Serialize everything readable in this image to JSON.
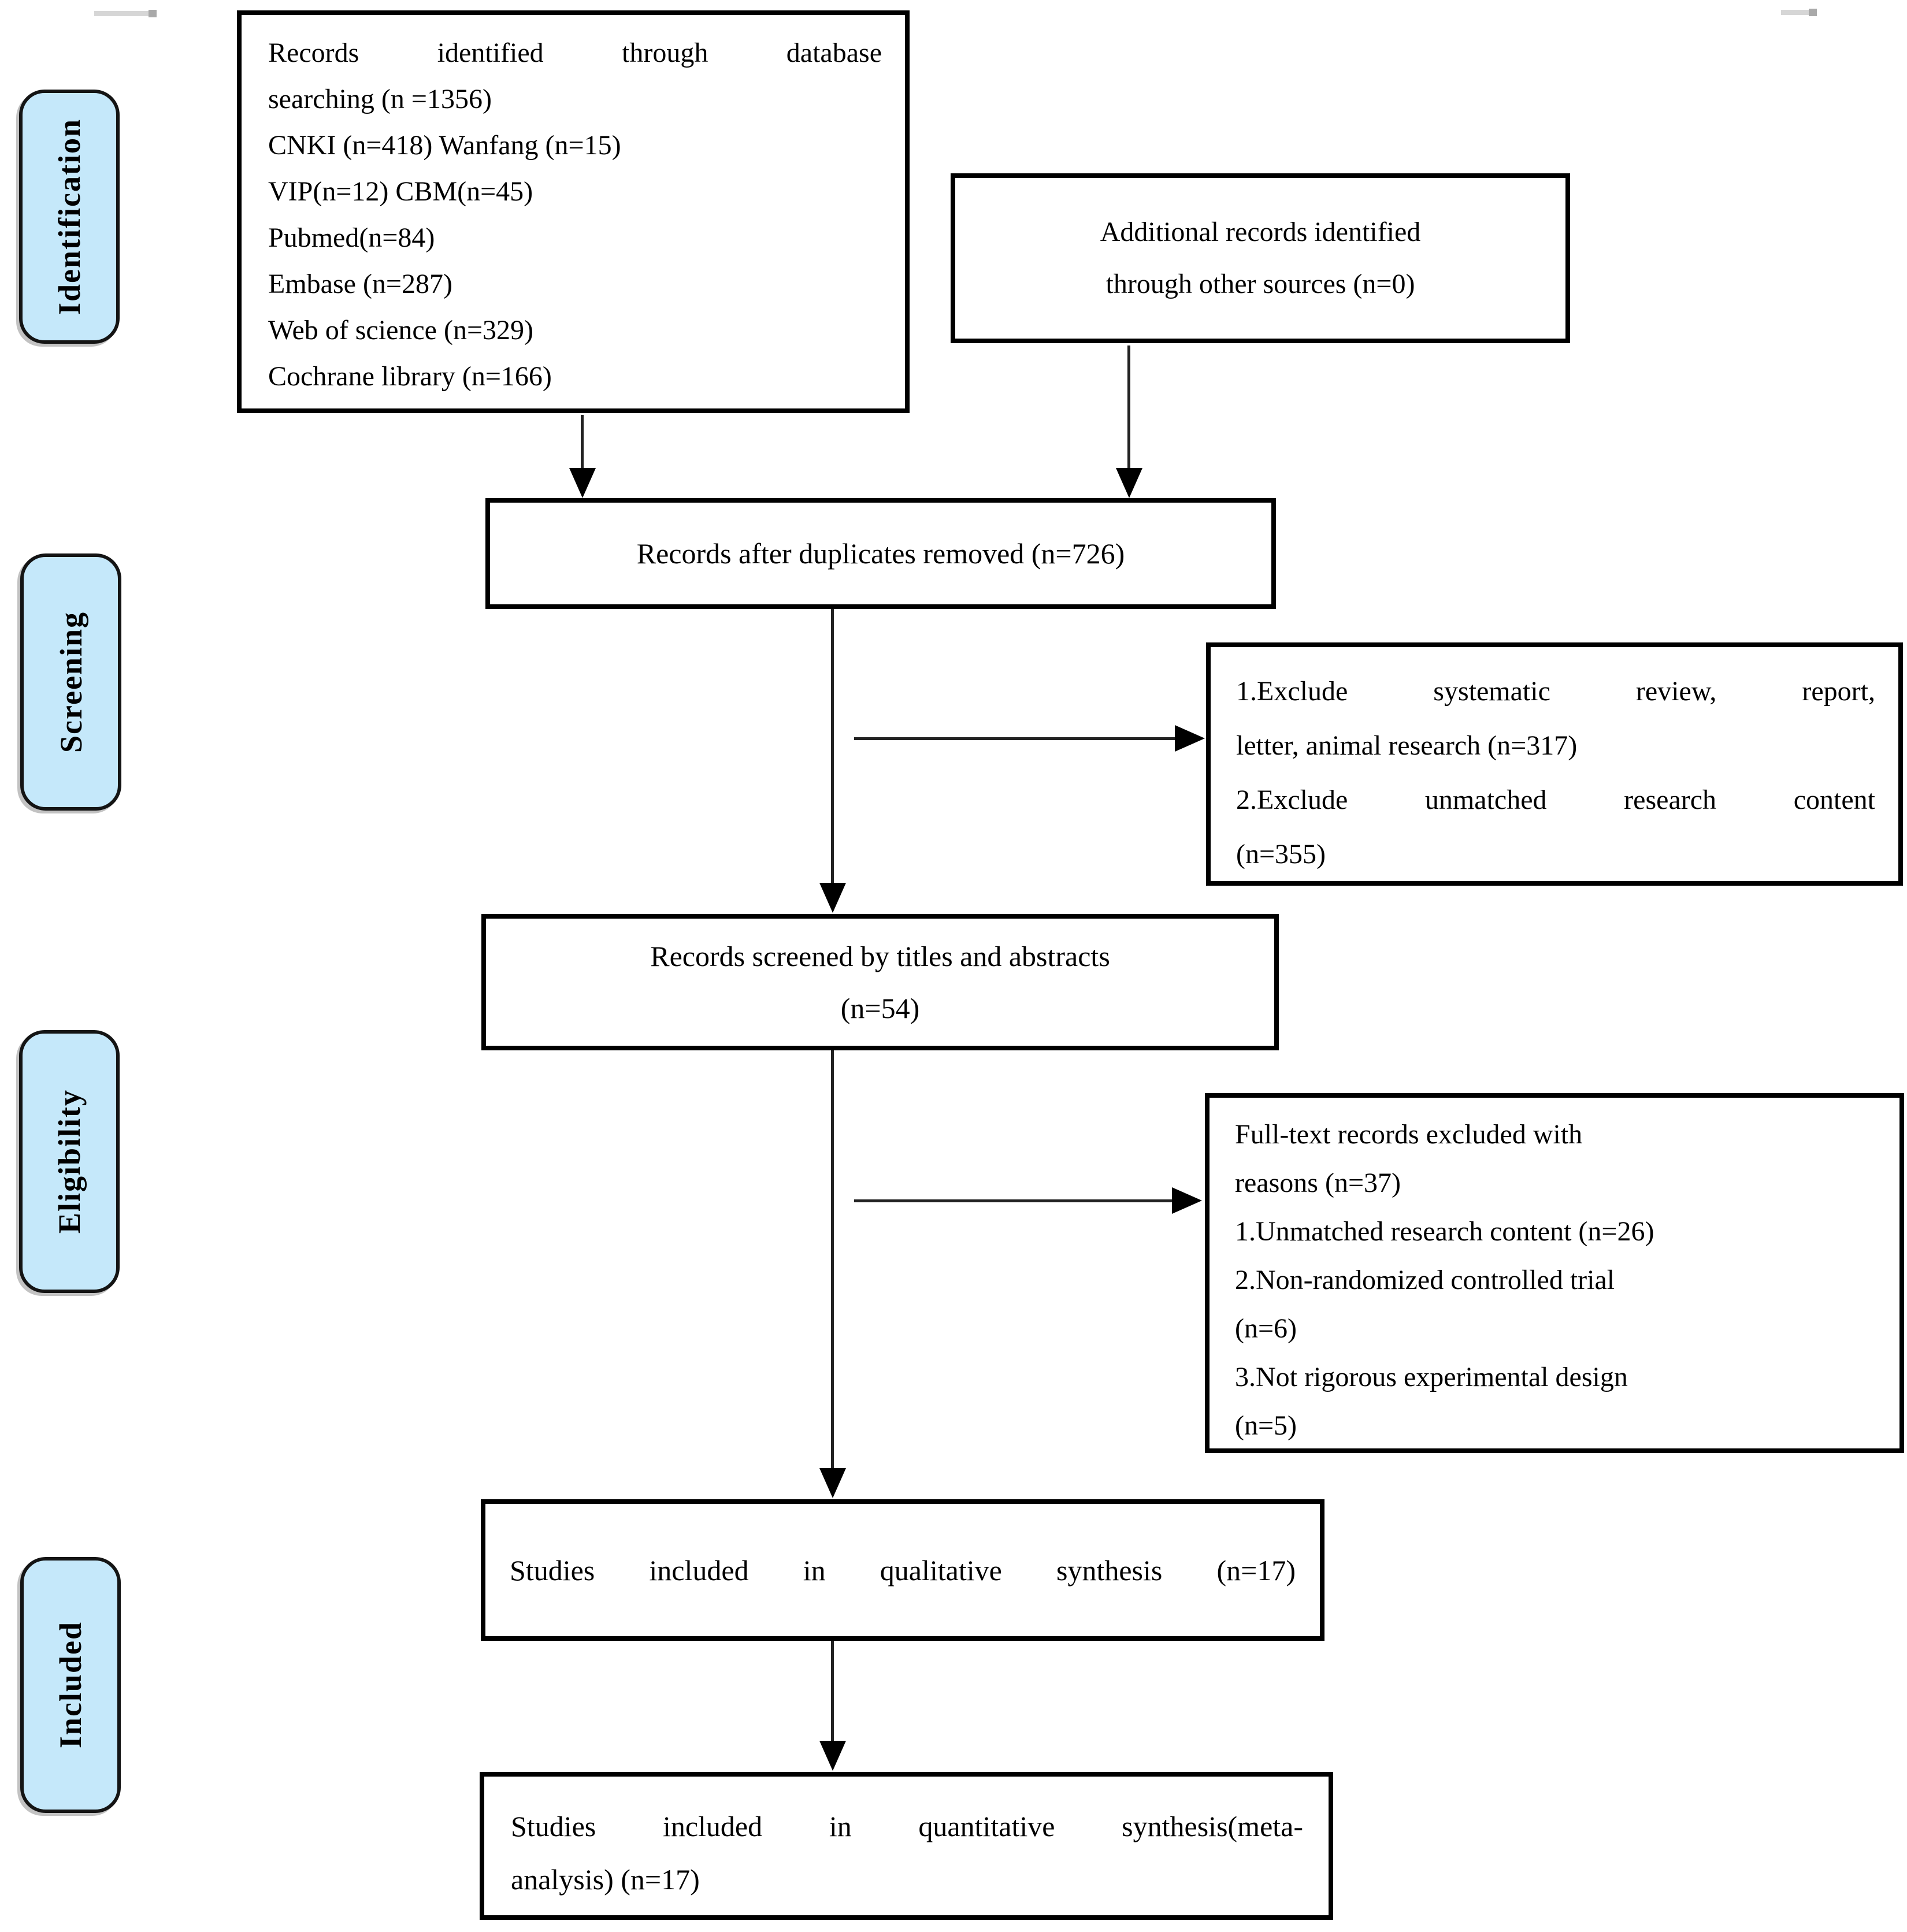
{
  "diagram": {
    "title": "PRISMA study selection flow diagram",
    "colors": {
      "stage_fill": "#c5e8fa",
      "box_border": "#000000",
      "arrow": "#222222"
    },
    "stages": [
      {
        "label": "Identification"
      },
      {
        "label": "Screening"
      },
      {
        "label": "Eligibility"
      },
      {
        "label": "Included"
      }
    ],
    "boxes": {
      "database_search": {
        "lines": [
          "Records identified through database",
          "searching (n =1356)",
          "CNKI (n=418) Wanfang (n=15)",
          "VIP(n=12) CBM(n=45)",
          "Pubmed(n=84)",
          "Embase (n=287)",
          "Web of science (n=329)",
          "Cochrane library (n=166)"
        ]
      },
      "other_sources": {
        "lines": [
          "Additional records identified",
          "through other sources (n=0)"
        ]
      },
      "after_duplicates": {
        "text": "Records after duplicates removed (n=726)"
      },
      "screened": {
        "lines": [
          "Records screened by titles and abstracts",
          "(n=54)"
        ]
      },
      "screen_excluded": {
        "lines": [
          "1.Exclude systematic review, report,",
          "letter, animal research (n=317)",
          "2.Exclude unmatched research content",
          "(n=355)"
        ]
      },
      "fulltext_excluded": {
        "lines": [
          "Full-text records excluded with",
          "reasons (n=37)",
          "1.Unmatched research content (n=26)",
          "2.Non-randomized controlled trial",
          "(n=6)",
          "3.Not rigorous experimental design",
          "(n=5)"
        ]
      },
      "qualitative": {
        "text": "Studies included in qualitative synthesis (n=17)"
      },
      "quantitative": {
        "lines": [
          "Studies included in quantitative synthesis(meta-",
          "analysis) (n=17)"
        ]
      }
    }
  }
}
